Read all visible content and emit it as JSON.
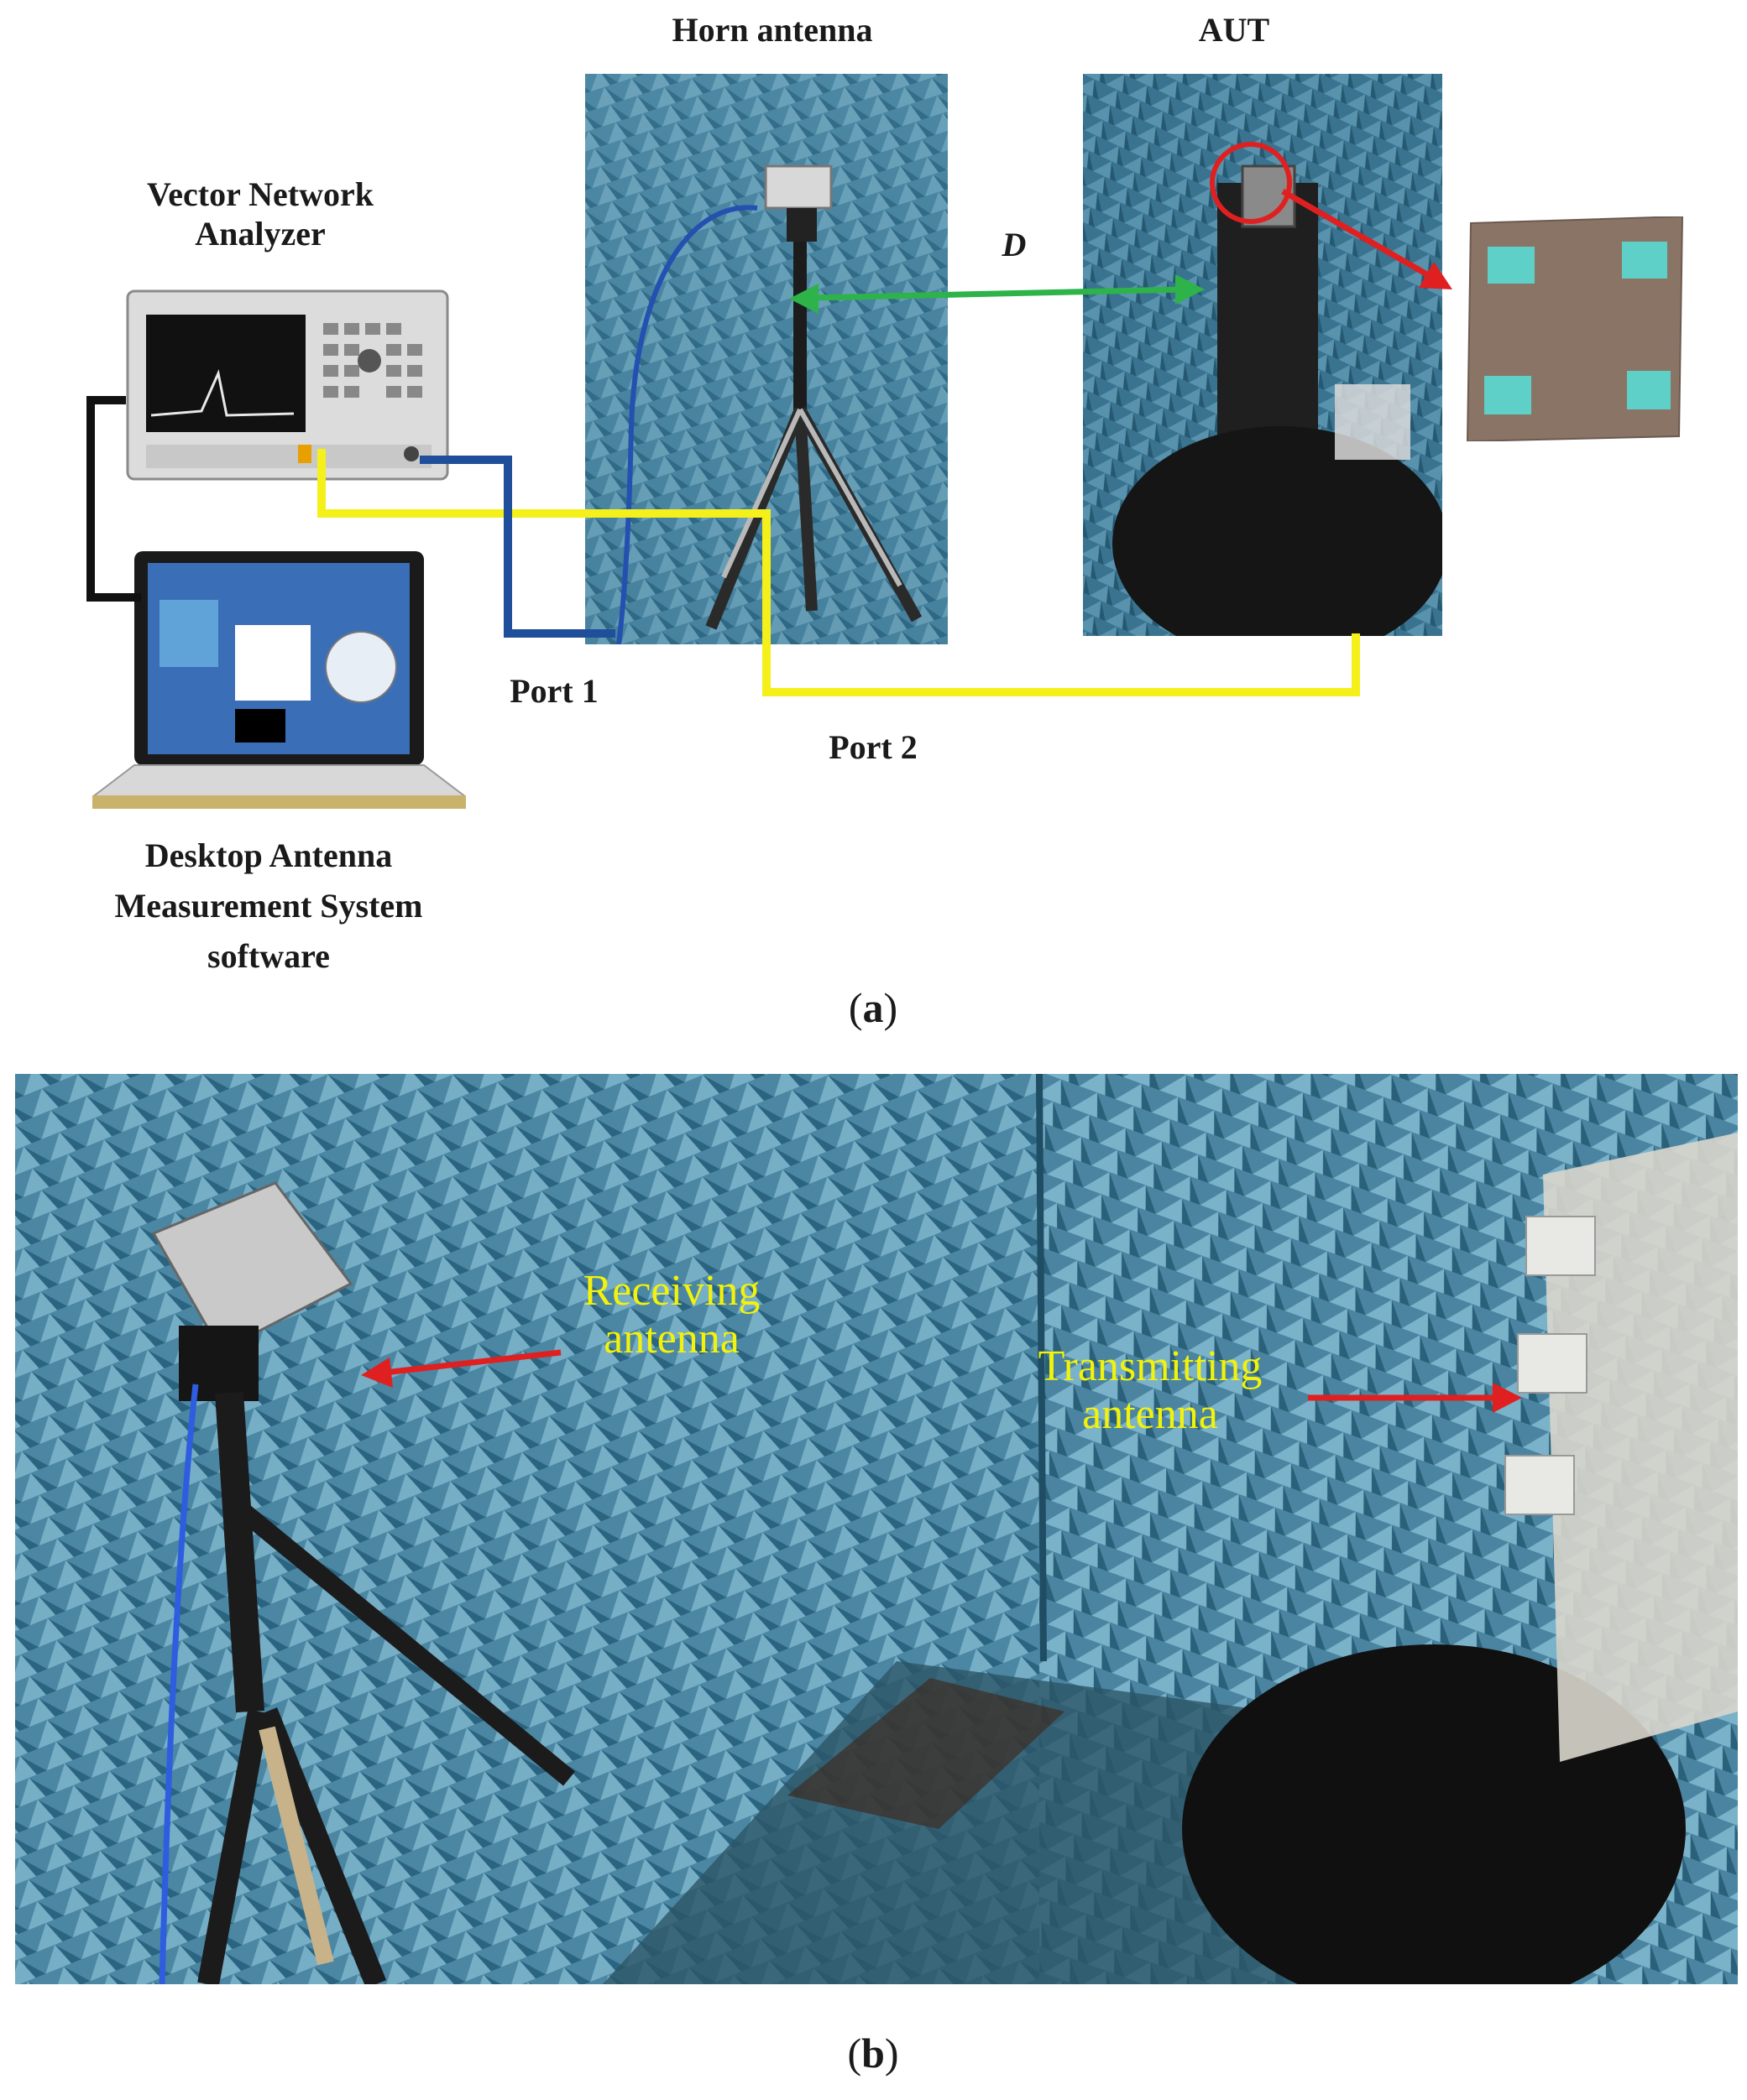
{
  "labels": {
    "horn": "Horn antenna",
    "aut": "AUT",
    "vna_line1": "Vector Network",
    "vna_line2": "Analyzer",
    "distance": "D",
    "port1": "Port 1",
    "port2": "Port 2",
    "software_line1": "Desktop Antenna",
    "software_line2": "Measurement System",
    "software_line3": "software",
    "receiving_line1": "Receiving",
    "receiving_line2": "antenna",
    "transmitting_line1": "Transmitting",
    "transmitting_line2": "antenna"
  },
  "captions": {
    "a": "a",
    "b": "b"
  },
  "colors": {
    "cable_yellow": "#f5f01a",
    "cable_blue": "#1f4f9a",
    "cable_black": "#111111",
    "arrow_green": "#2db34a",
    "arrow_red": "#e02020",
    "chamber_blue": "#4f8aa6",
    "label_yellow": "#f2f20a"
  }
}
